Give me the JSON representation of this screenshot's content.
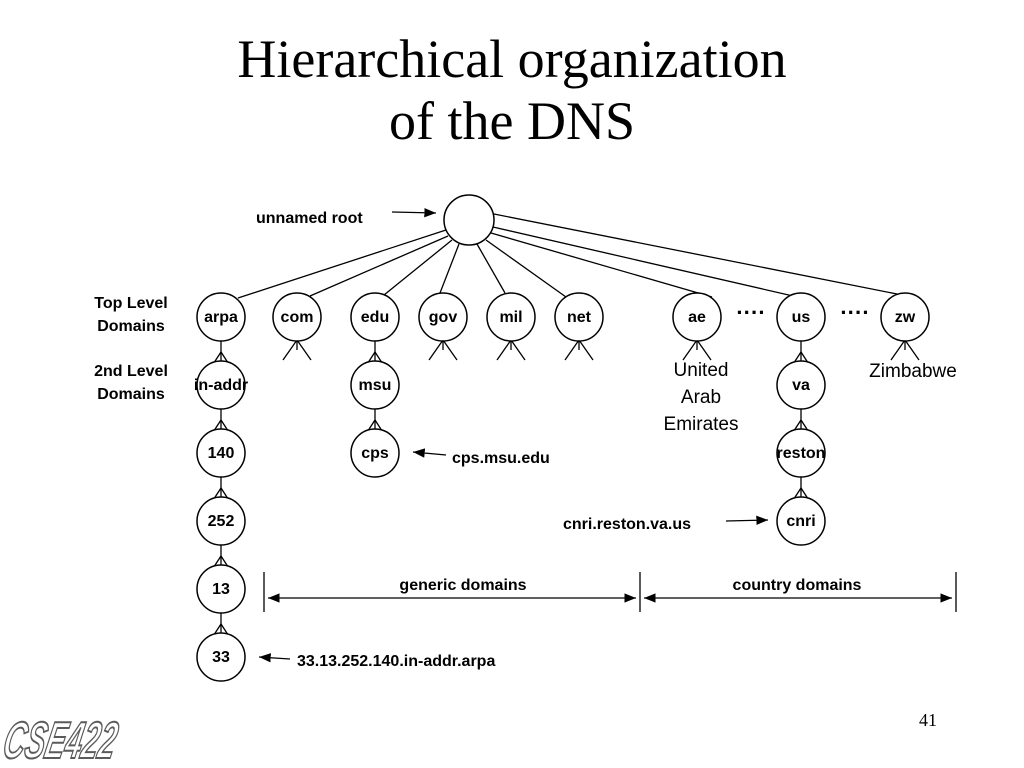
{
  "slide": {
    "title_line1": "Hierarchical organization",
    "title_line2": "of the DNS",
    "page_number": "41",
    "logo_text": "CSE422"
  },
  "labels": {
    "unnamed_root": "unnamed root",
    "top_level_1": "Top Level",
    "top_level_2": "Domains",
    "second_level_1": "2nd Level",
    "second_level_2": "Domains",
    "cps_fqdn": "cps.msu.edu",
    "cnri_fqdn": "cnri.reston.va.us",
    "arpa_fqdn": "33.13.252.140.in-addr.arpa",
    "generic_domains": "generic domains",
    "country_domains": "country domains",
    "ellipsis": "····"
  },
  "countries": {
    "ae_1": "United",
    "ae_2": "Arab",
    "ae_3": "Emirates",
    "zw": "Zimbabwe"
  },
  "nodes": {
    "root": "",
    "arpa": "arpa",
    "com": "com",
    "edu": "edu",
    "gov": "gov",
    "mil": "mil",
    "net": "net",
    "ae": "ae",
    "us": "us",
    "zw": "zw",
    "in_addr": "in-addr",
    "msu": "msu",
    "cps": "cps",
    "va": "va",
    "reston": "reston",
    "cnri": "cnri",
    "n140": "140",
    "n252": "252",
    "n13": "13",
    "n33": "33"
  }
}
